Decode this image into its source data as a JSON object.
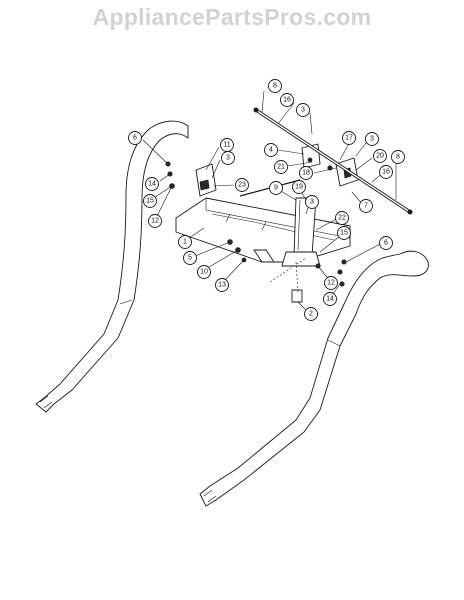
{
  "watermark": "AppliancePartsPros.com",
  "callouts": [
    {
      "id": "c8a",
      "label": "8"
    },
    {
      "id": "c16a",
      "label": "16"
    },
    {
      "id": "c3a",
      "label": "3"
    },
    {
      "id": "c6a",
      "label": "6"
    },
    {
      "id": "c11",
      "label": "11"
    },
    {
      "id": "c3b",
      "label": "3"
    },
    {
      "id": "c4",
      "label": "4"
    },
    {
      "id": "c17",
      "label": "17"
    },
    {
      "id": "c3c",
      "label": "3"
    },
    {
      "id": "c21",
      "label": "21"
    },
    {
      "id": "c18",
      "label": "18"
    },
    {
      "id": "c20",
      "label": "20"
    },
    {
      "id": "c8b",
      "label": "8"
    },
    {
      "id": "c14a",
      "label": "14"
    },
    {
      "id": "c23",
      "label": "23"
    },
    {
      "id": "c16b",
      "label": "16"
    },
    {
      "id": "c15a",
      "label": "15"
    },
    {
      "id": "c9",
      "label": "9"
    },
    {
      "id": "c19",
      "label": "19"
    },
    {
      "id": "c12a",
      "label": "12"
    },
    {
      "id": "c3d",
      "label": "3"
    },
    {
      "id": "c7",
      "label": "7"
    },
    {
      "id": "c22",
      "label": "22"
    },
    {
      "id": "c1",
      "label": "1"
    },
    {
      "id": "c15b",
      "label": "15"
    },
    {
      "id": "c5",
      "label": "5"
    },
    {
      "id": "c6b",
      "label": "6"
    },
    {
      "id": "c10",
      "label": "10"
    },
    {
      "id": "c12b",
      "label": "12"
    },
    {
      "id": "c13",
      "label": "13"
    },
    {
      "id": "c14b",
      "label": "14"
    },
    {
      "id": "c2",
      "label": "2"
    }
  ]
}
